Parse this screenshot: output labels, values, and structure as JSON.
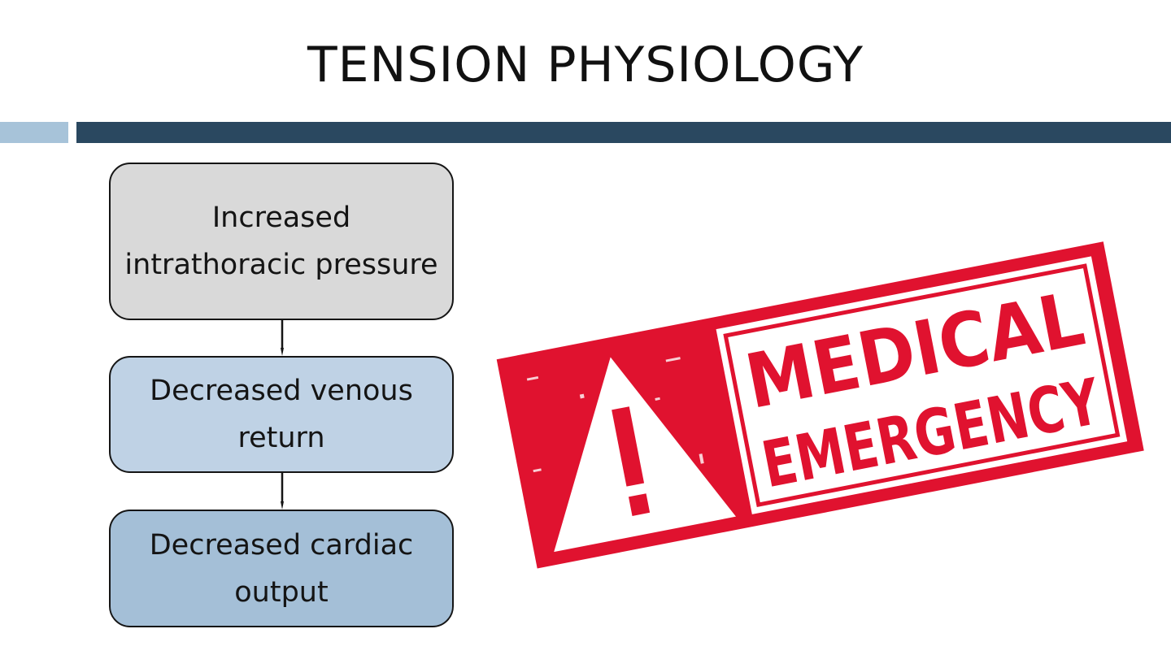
{
  "slide": {
    "title": "TENSION PHYSIOLOGY"
  },
  "flowchart": {
    "steps": [
      {
        "label": "Increased intrathoracic pressure",
        "fill": "#d9d9d9"
      },
      {
        "label": "Decreased venous return",
        "fill": "#bfd2e5"
      },
      {
        "label": "Decreased cardiac output",
        "fill": "#a4bfd7"
      }
    ]
  },
  "stamp": {
    "line1": "MEDICAL",
    "line2": "EMERGENCY",
    "color": "#e0122f",
    "icon": "warning-icon"
  },
  "colors": {
    "title_bar": "#2a4860",
    "title_bar_accent": "#a7c3d9"
  }
}
